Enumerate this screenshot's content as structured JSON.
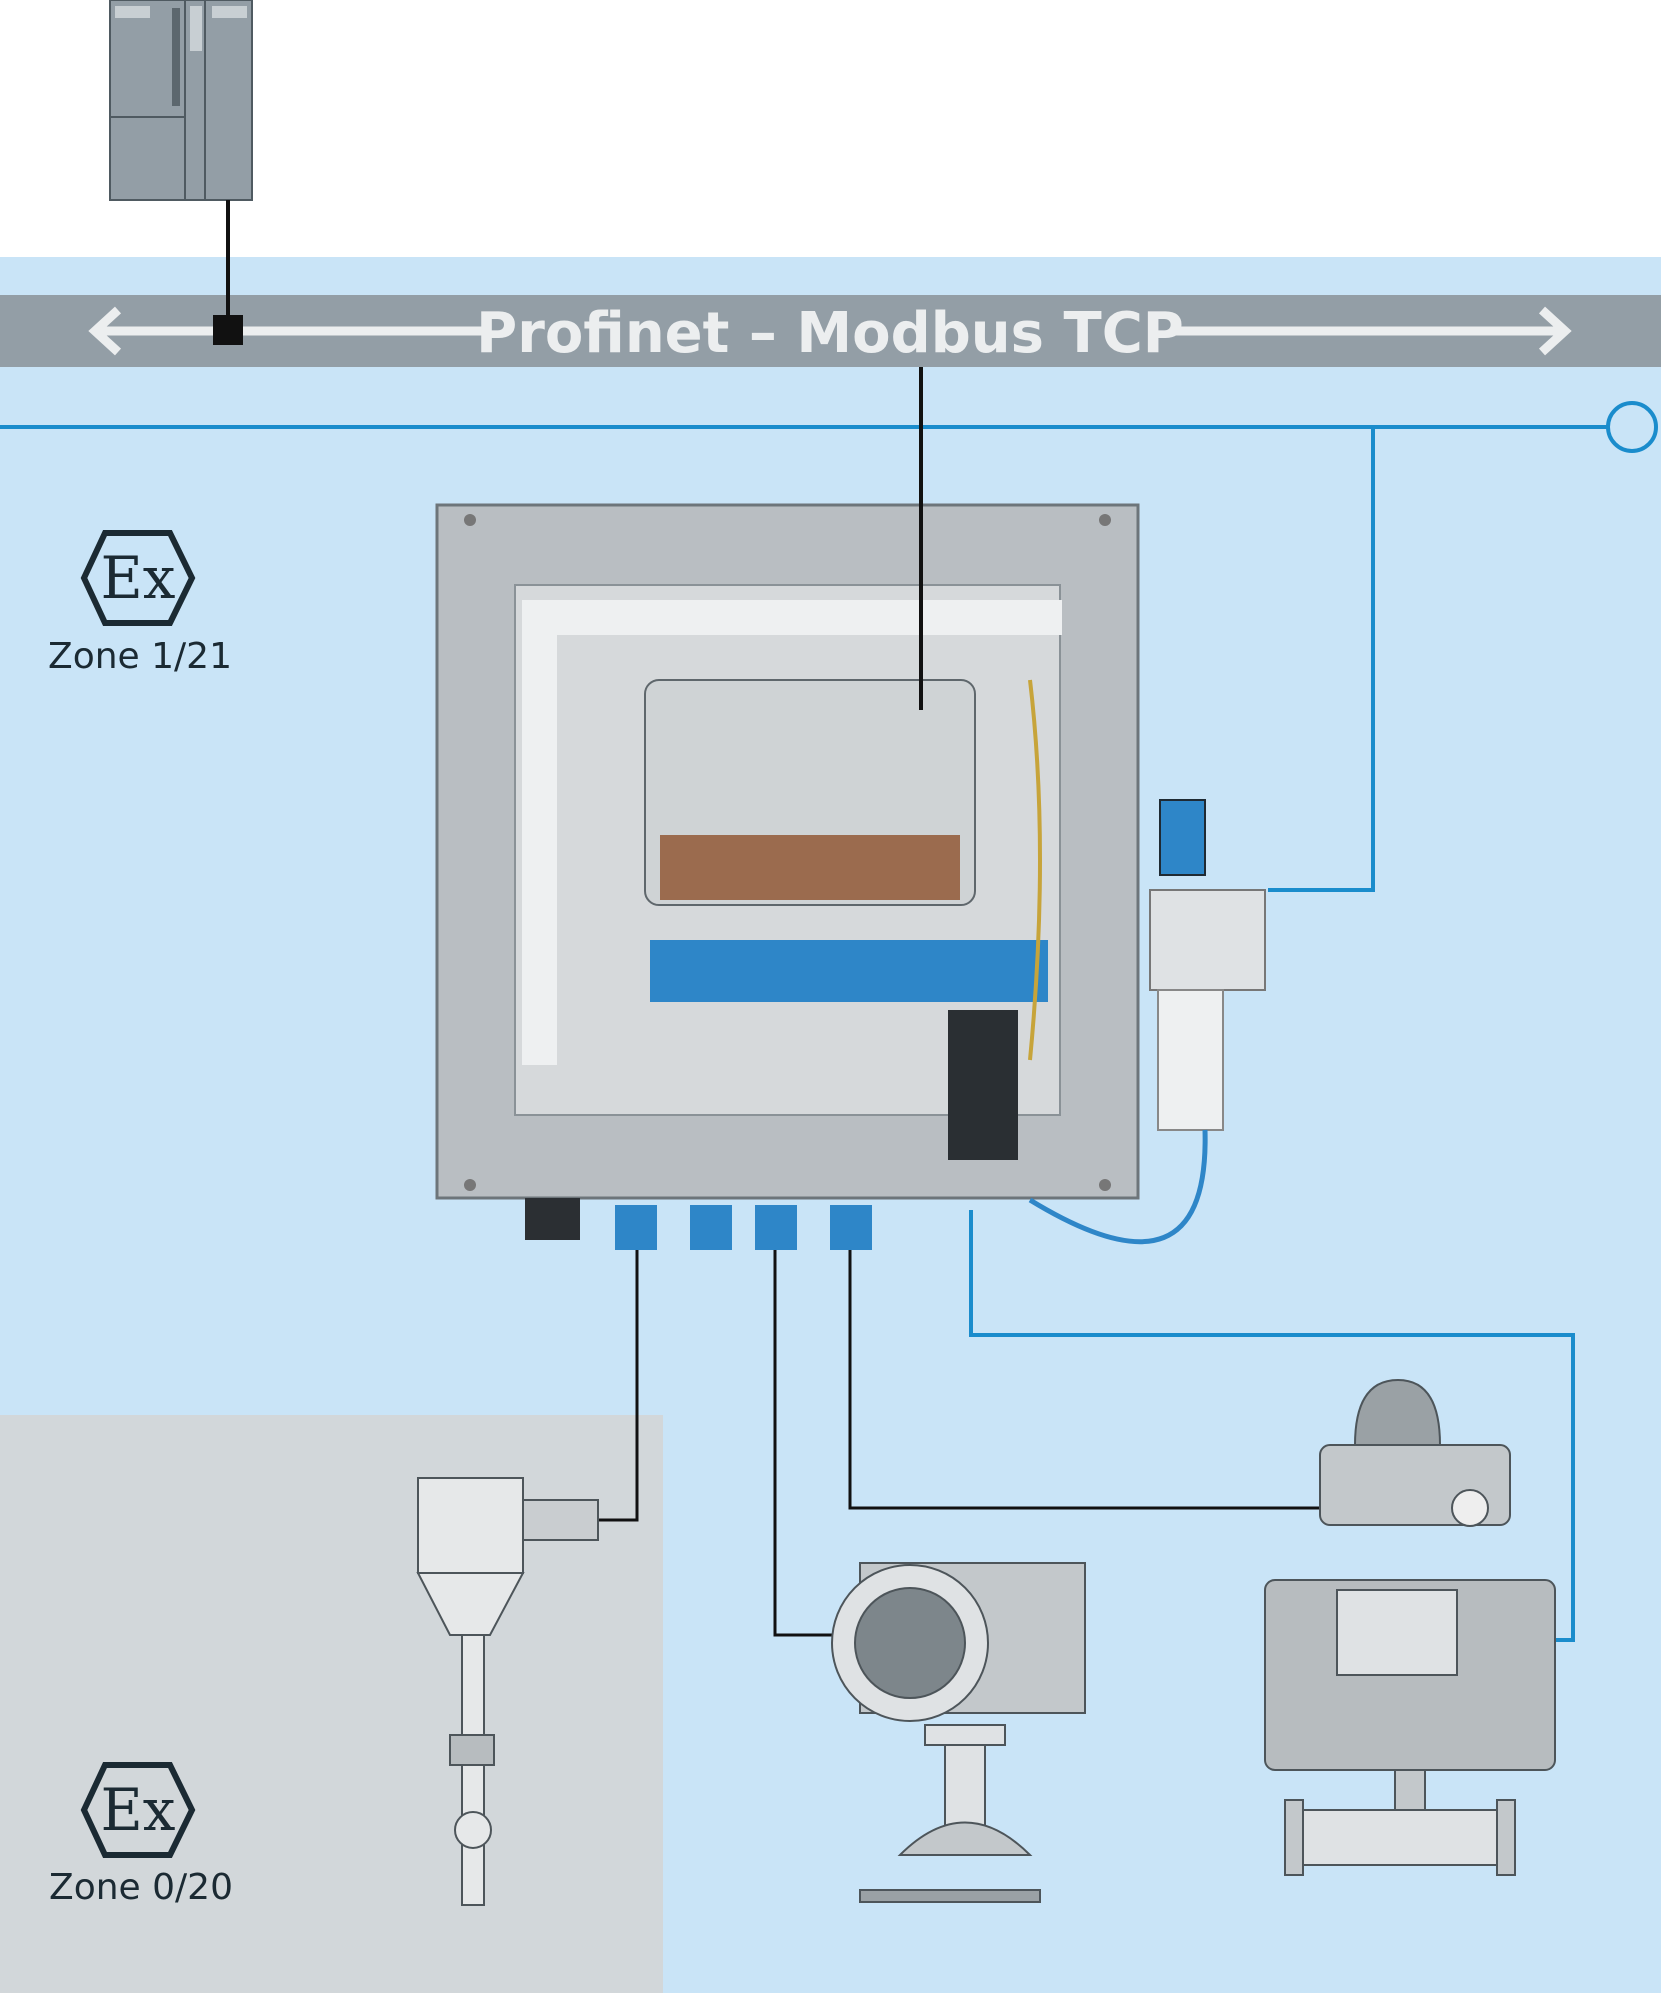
{
  "bus": {
    "title": "Profinet – Modbus TCP"
  },
  "zones": [
    {
      "symbol": "Ex",
      "label": "Zone 1/21"
    },
    {
      "symbol": "Ex",
      "label": "Zone 0/20"
    }
  ],
  "colors": {
    "safe_area": "#c9e4f7",
    "zone0_area": "#d2d7da",
    "bus_band": "#939ea6",
    "signal_line": "#1a8ccc",
    "wire": "#111111"
  }
}
